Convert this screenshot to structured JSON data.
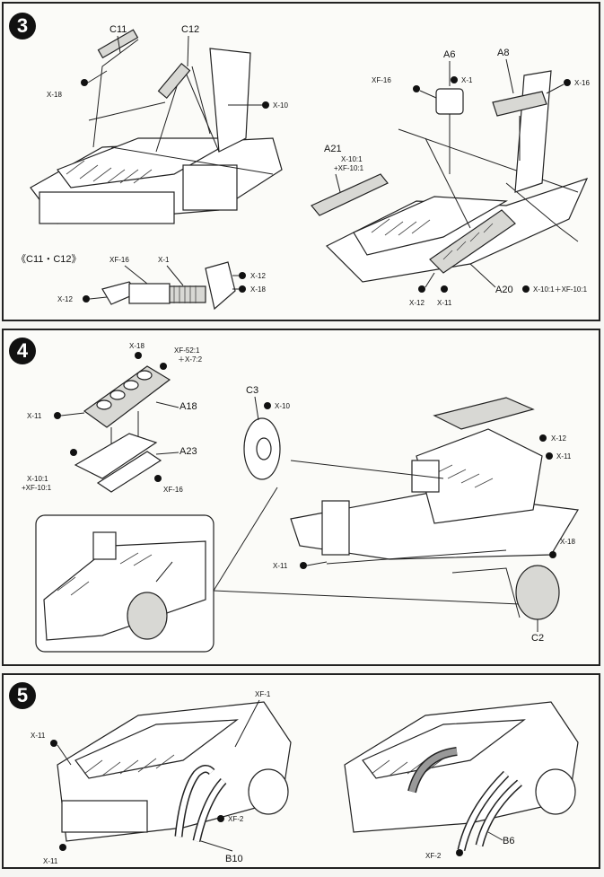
{
  "steps": [
    {
      "number": "3"
    },
    {
      "number": "4"
    },
    {
      "number": "5"
    }
  ],
  "step3": {
    "parts": {
      "c11": "C11",
      "c12": "C12",
      "a6": "A6",
      "a8": "A8",
      "a21": "A21",
      "a20": "A20"
    },
    "subassembly_label": "《C11・C12》",
    "callouts": {
      "x18_left": "X-18",
      "x10_top": "X-10",
      "xf16_top": "XF-16",
      "x1_top": "X-1",
      "x16_top": "X-16",
      "a21_mix1": "X-10:1",
      "a21_mix2": "+XF-10:1",
      "xf16_sub": "XF-16",
      "x1_sub": "X-1",
      "x12_sub_left": "X-12",
      "x12_sub_right": "X-12",
      "x18_sub": "X-18",
      "x12_bottom": "X-12",
      "x11_bottom": "X-11",
      "a20_mix": "X-10:1＋XF-10:1"
    }
  },
  "step4": {
    "parts": {
      "a18": "A18",
      "a23": "A23",
      "c3": "C3",
      "c2": "C2"
    },
    "callouts": {
      "x18_top": "X-18",
      "xf52_1": "XF-52:1",
      "xf52_2": "＋X-7:2",
      "x11_left": "X-11",
      "x10_mix1": "X-10:1",
      "x10_mix2": "+XF-10:1",
      "xf16": "XF-16",
      "x10_c3": "X-10",
      "x12_right": "X-12",
      "x11_right": "X-11",
      "x11_bottom": "X-11",
      "x18_right": "X-18"
    }
  },
  "step5": {
    "parts": {
      "b10": "B10",
      "b6": "B6"
    },
    "callouts": {
      "xf1": "XF-1",
      "x11_top": "X-11",
      "x11_bottom": "X-11",
      "xf2_left": "XF-2",
      "xf2_right": "XF-2"
    }
  }
}
